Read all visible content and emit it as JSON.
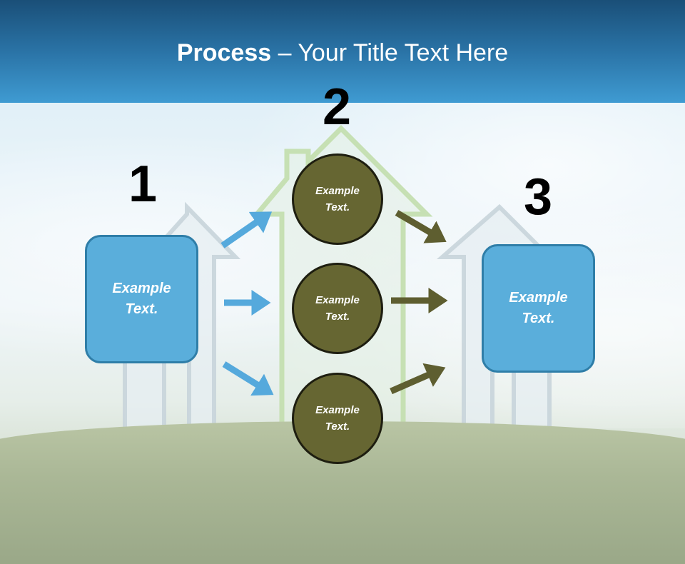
{
  "slide": {
    "title_bold": "Process",
    "title_rest": " – Your Title Text Here"
  },
  "steps": {
    "step1": {
      "number": "1",
      "text": "Example\nText."
    },
    "step2": {
      "number": "2",
      "circles": [
        {
          "text": "Example\nText."
        },
        {
          "text": "Example\nText."
        },
        {
          "text": "Example\nText."
        }
      ]
    },
    "step3": {
      "number": "3",
      "text": "Example\nText."
    }
  },
  "colors": {
    "header": "#2a73a6",
    "box_fill": "#5aaedb",
    "circle_fill": "#666632",
    "blue_arrow": "#55a9dc",
    "olive_arrow": "#5e5e30"
  }
}
